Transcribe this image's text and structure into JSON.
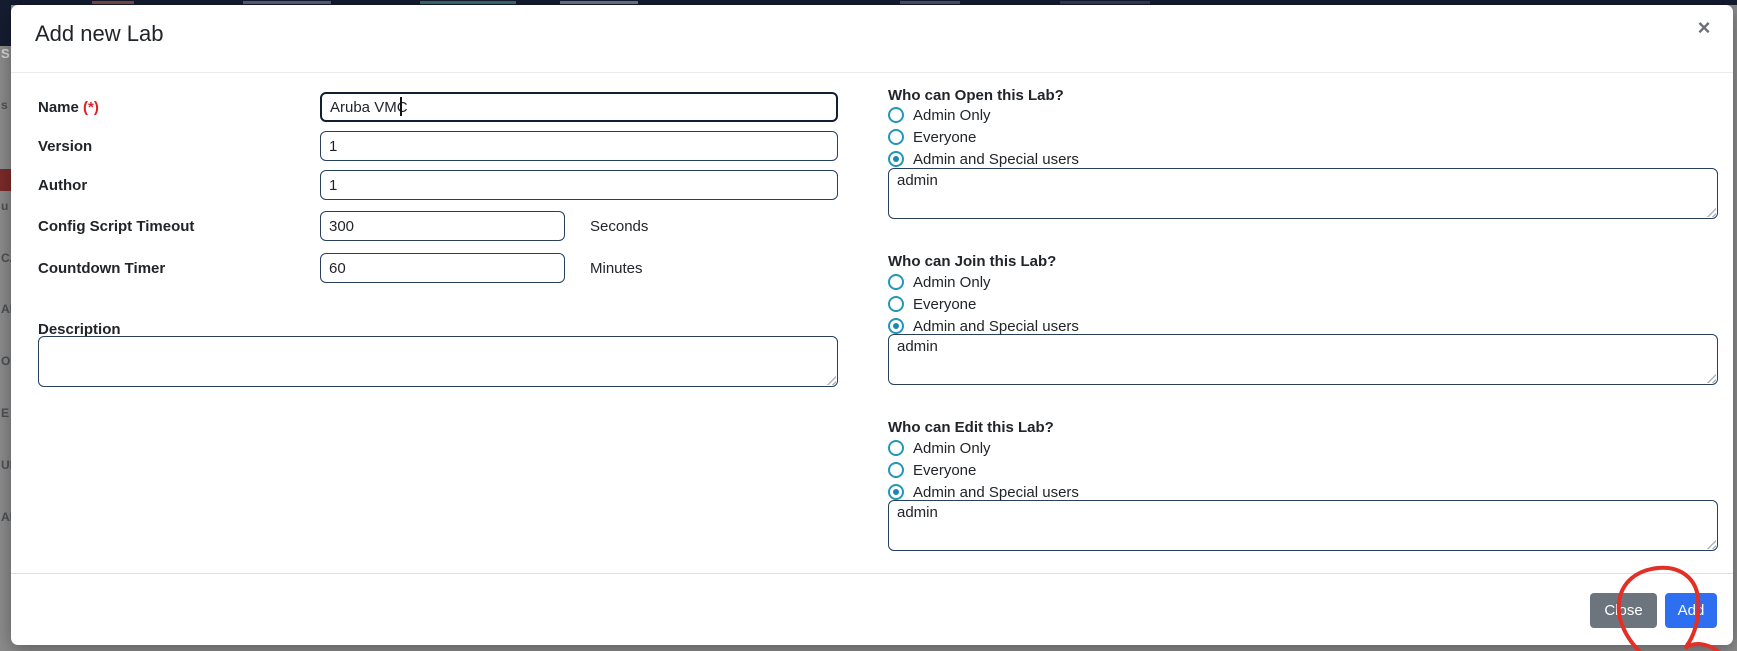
{
  "modal": {
    "title": "Add new Lab",
    "close_icon": "×",
    "form": {
      "name": {
        "label": "Name",
        "required_marker": "(*)",
        "value": "Aruba VMC"
      },
      "version": {
        "label": "Version",
        "value": "1"
      },
      "author": {
        "label": "Author",
        "value": "1"
      },
      "config_timeout": {
        "label": "Config Script Timeout",
        "value": "300",
        "unit": "Seconds"
      },
      "countdown_timer": {
        "label": "Countdown Timer",
        "value": "60",
        "unit": "Minutes"
      },
      "description": {
        "label": "Description",
        "value": ""
      }
    },
    "permission_groups": [
      {
        "question": "Who can Open this Lab?",
        "options": [
          "Admin Only",
          "Everyone",
          "Admin and Special users"
        ],
        "selected_option": "Admin and Special users",
        "users_value": "admin"
      },
      {
        "question": "Who can Join this Lab?",
        "options": [
          "Admin Only",
          "Everyone",
          "Admin and Special users"
        ],
        "selected_option": "Admin and Special users",
        "users_value": "admin"
      },
      {
        "question": "Who can Edit this Lab?",
        "options": [
          "Admin Only",
          "Everyone",
          "Admin and Special users"
        ],
        "selected_option": "Admin and Special users",
        "users_value": "admin"
      }
    ],
    "footer": {
      "close_label": "Close",
      "add_label": "Add"
    }
  },
  "background": {
    "sidebar_fragments": [
      "S",
      "s",
      "u",
      "CA",
      "AL",
      "OV",
      "E",
      "UN",
      "AL"
    ]
  },
  "annotation": {
    "type": "freehand-circle",
    "target": "add-button",
    "color": "#e33026"
  },
  "colors": {
    "accent_blue": "#2d6ff0",
    "button_gray": "#6c757d",
    "radio_teal": "#2397b7",
    "input_border_navy": "#27405e",
    "annotation_red": "#e33026",
    "backdrop_gray": "#8c8c8c",
    "navbar_dark": "#141b30"
  }
}
